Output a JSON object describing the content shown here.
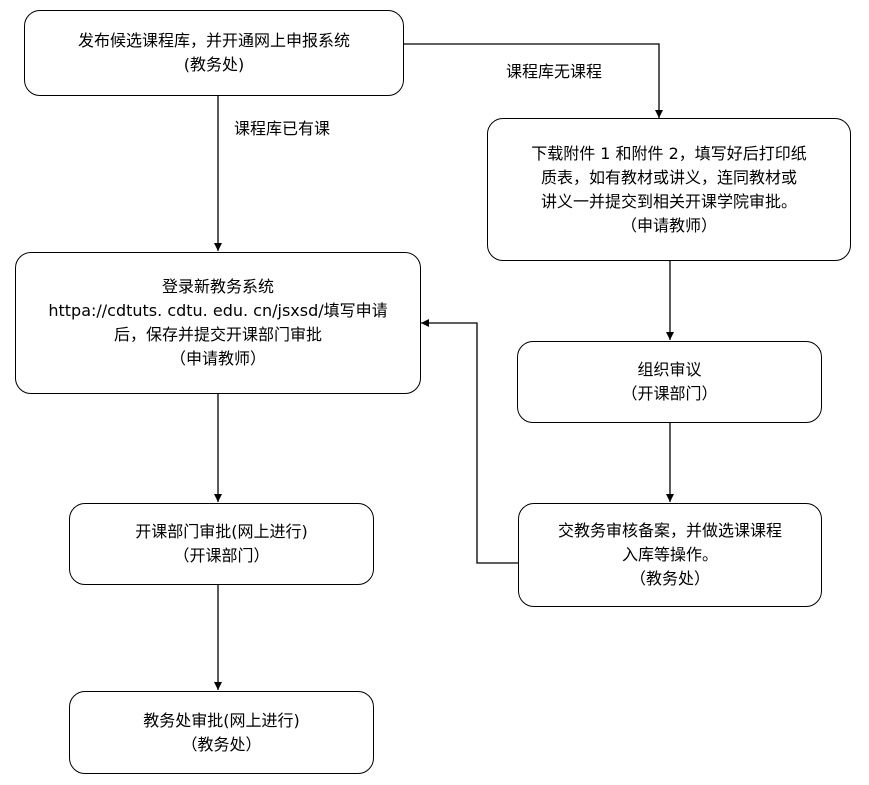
{
  "nodes": {
    "publish": {
      "lines": [
        "发布候选课程库，并开通网上申报系统",
        "(教务处)"
      ]
    },
    "download": {
      "lines": [
        "下载附件 1 和附件 2，填写好后打印纸",
        "质表，如有教材或讲义，连同教材或",
        "讲义一并提交到相关开课学院审批。",
        "（申请教师）"
      ]
    },
    "login": {
      "lines": [
        "登录新教务系统",
        "httpa://cdtuts. cdtu. edu. cn/jsxsd/填写申请",
        "后，保存并提交开课部门审批",
        "（申请教师）"
      ]
    },
    "review": {
      "lines": [
        "组织审议",
        "（开课部门）"
      ]
    },
    "file": {
      "lines": [
        "交教务审核备案，并做选课课程",
        "入库等操作。",
        "（教务处）"
      ]
    },
    "dept_approve": {
      "lines": [
        "开课部门审批(网上进行)",
        "（开课部门）"
      ]
    },
    "office_approve": {
      "lines": [
        "教务处审批(网上进行)",
        "（教务处）"
      ]
    }
  },
  "edges": {
    "no_course": "课程库无课程",
    "has_course": "课程库已有课"
  }
}
